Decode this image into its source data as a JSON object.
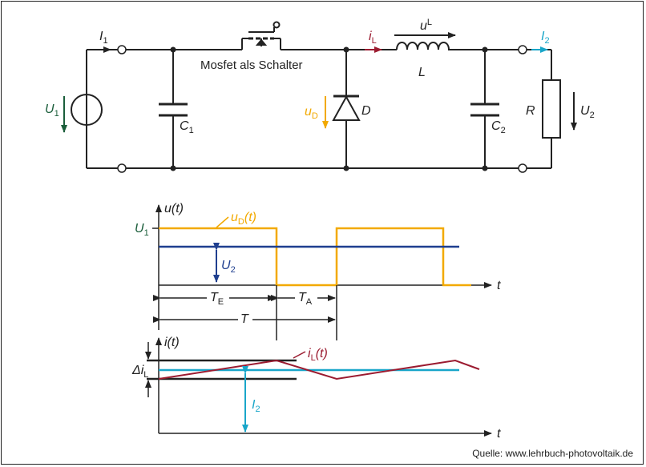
{
  "colors": {
    "wire": "#222222",
    "green": "#1b5e3b",
    "orange": "#f2a900",
    "red": "#9b1b30",
    "cyan": "#19a6c9",
    "navy": "#1f3f8f"
  },
  "circuit": {
    "i1": {
      "main": "I",
      "sub": "1"
    },
    "u1": {
      "main": "U",
      "sub": "1"
    },
    "c1": {
      "main": "C",
      "sub": "1"
    },
    "mosfet_label": "Mosfet als Schalter",
    "il": {
      "main": "i",
      "sub": "L"
    },
    "ul": {
      "main": "u",
      "sub": "L"
    },
    "l": "L",
    "ud": {
      "main": "u",
      "sub": "D"
    },
    "d": "D",
    "c2": {
      "main": "C",
      "sub": "2"
    },
    "r": "R",
    "i2": {
      "main": "I",
      "sub": "2"
    },
    "u2": {
      "main": "U",
      "sub": "2"
    }
  },
  "voltage_plot": {
    "ylabel": "u(t)",
    "u1": {
      "main": "U",
      "sub": "1"
    },
    "ud": {
      "main": "u",
      "sub": "D",
      "suffix": "(t)"
    },
    "u2": {
      "main": "U",
      "sub": "2"
    },
    "xlabel": "t",
    "te": {
      "main": "T",
      "sub": "E"
    },
    "ta": {
      "main": "T",
      "sub": "A"
    },
    "t": "T"
  },
  "current_plot": {
    "ylabel": "i(t)",
    "il": {
      "main": "i",
      "sub": "L",
      "suffix": "(t)"
    },
    "delta": {
      "main": "Δi",
      "sub": "L"
    },
    "i2": {
      "main": "I",
      "sub": "2"
    },
    "xlabel": "t"
  },
  "source": "Quelle: www.lehrbuch-photovoltaik.de"
}
